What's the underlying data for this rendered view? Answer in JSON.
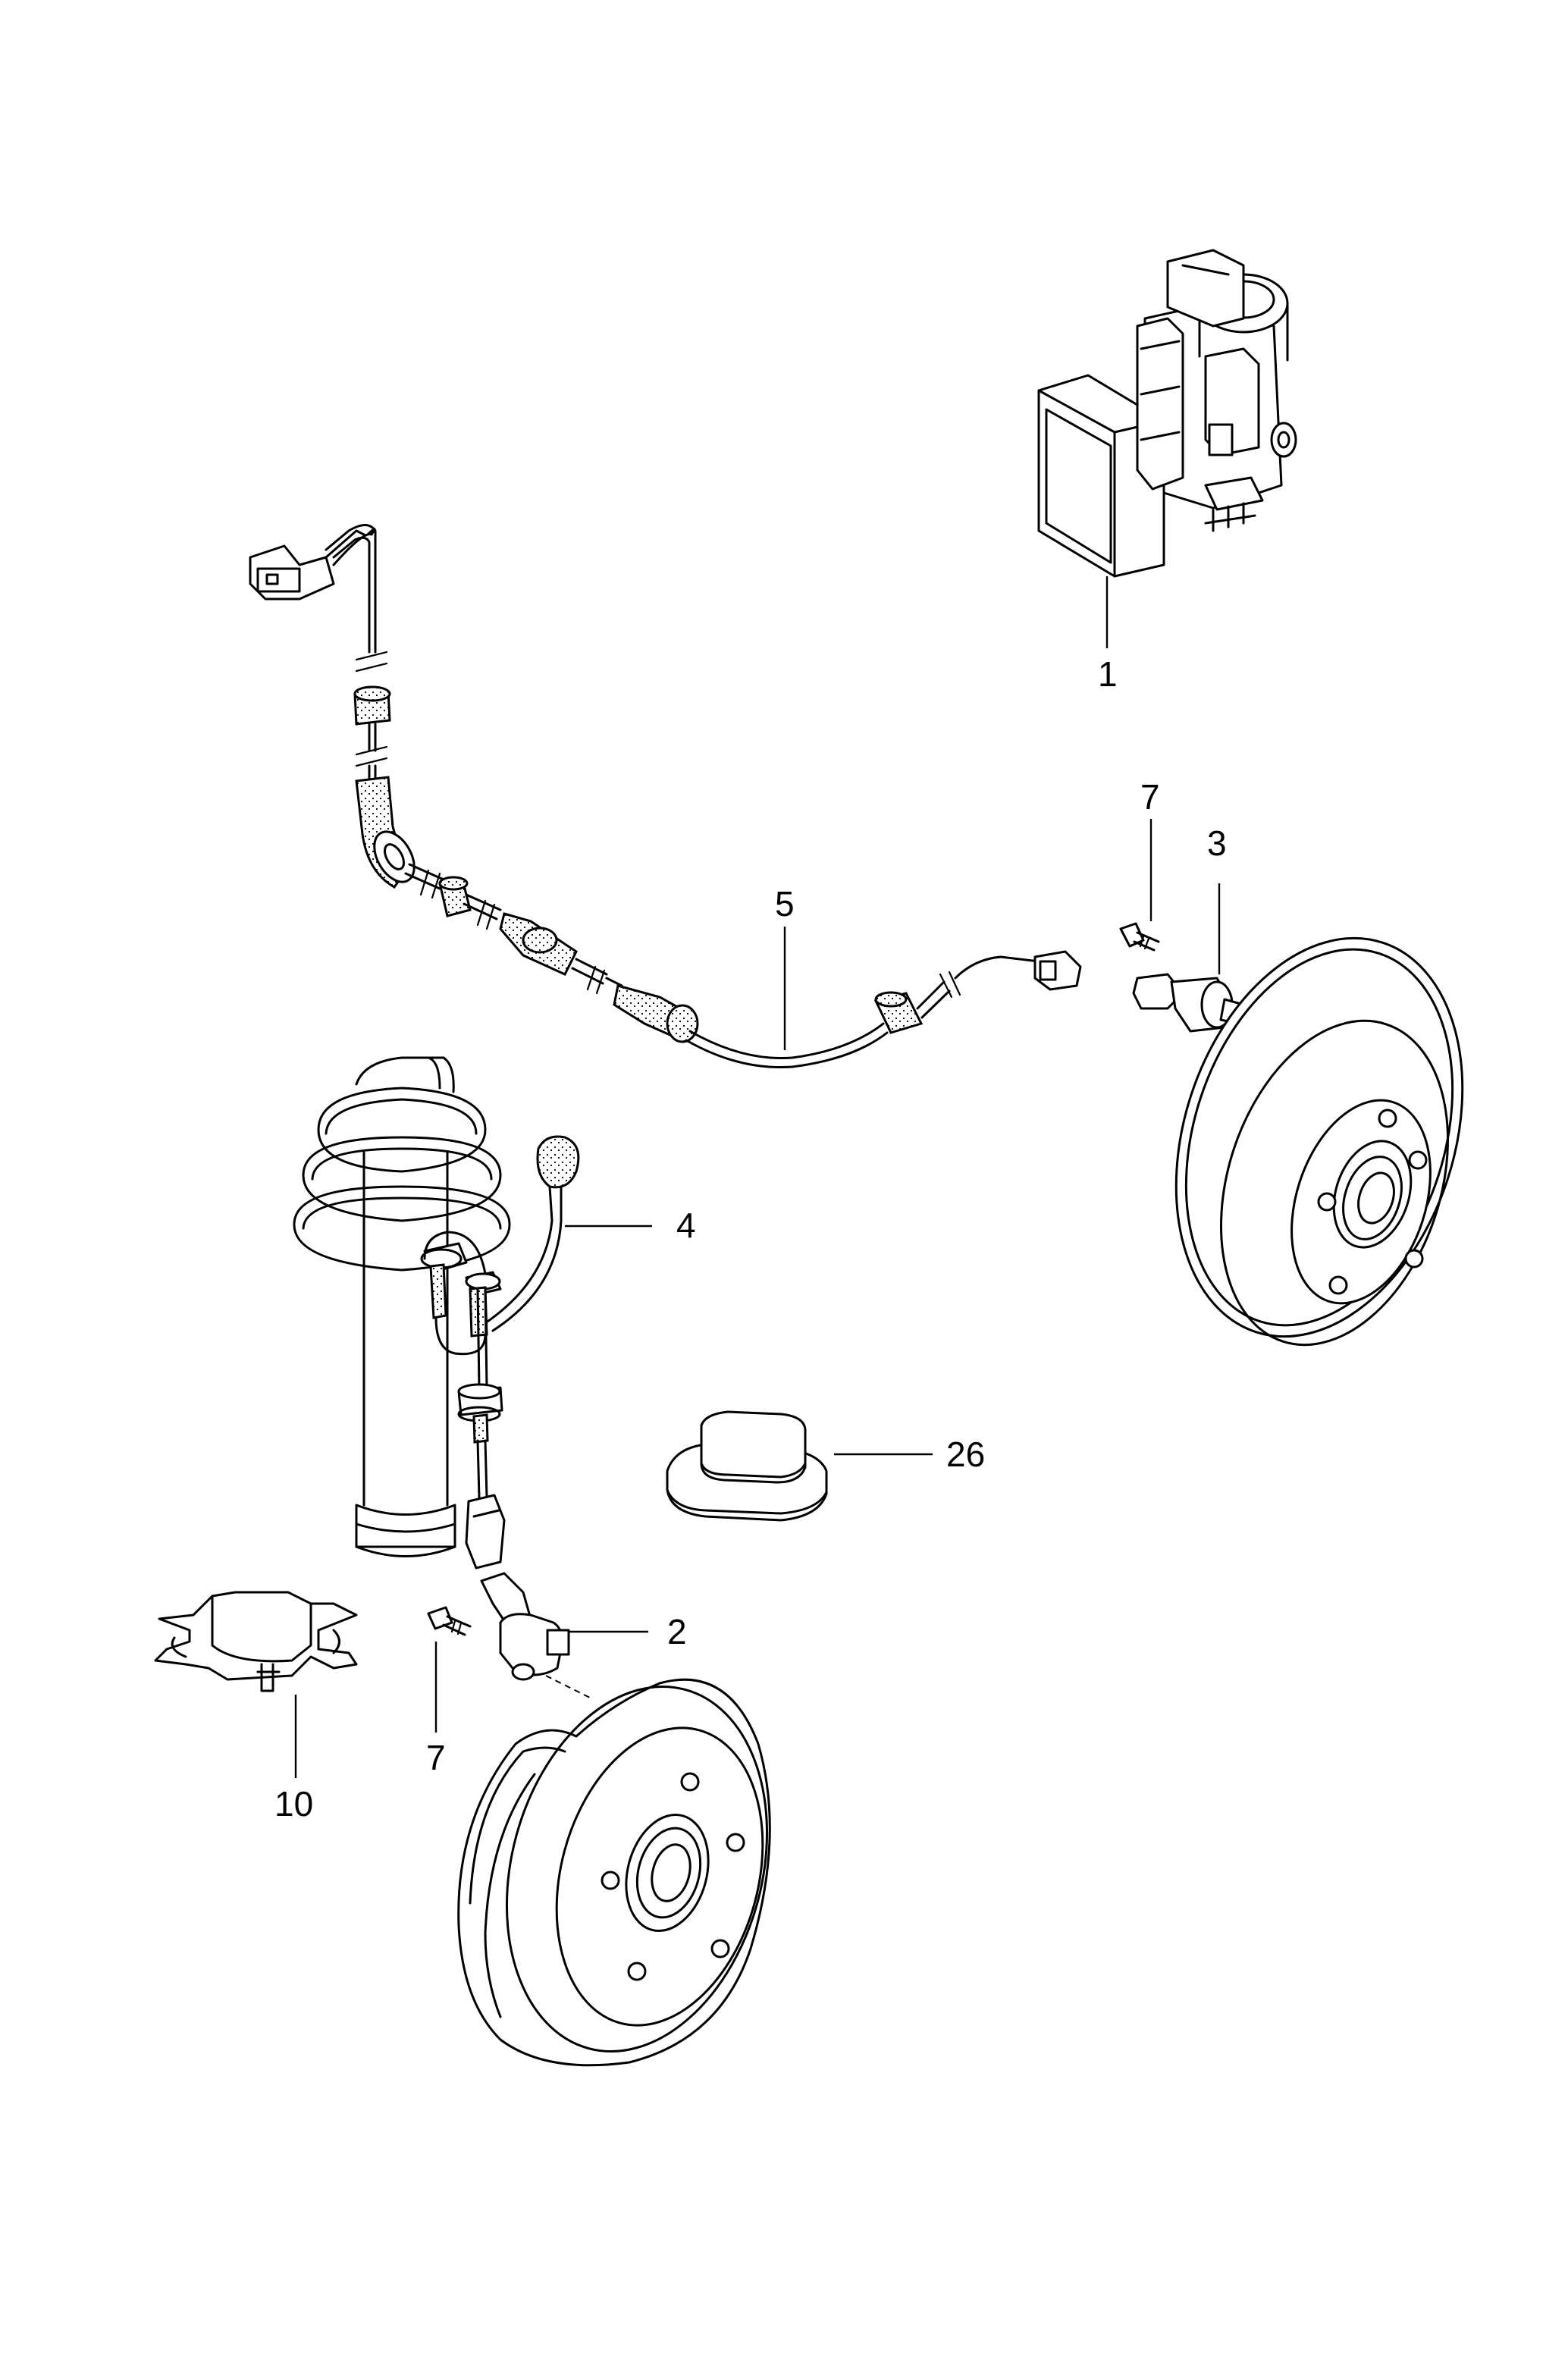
{
  "callouts": {
    "c1": "1",
    "c2": "2",
    "c3": "3",
    "c4": "4",
    "c5": "5",
    "c7a": "7",
    "c7b": "7",
    "c10": "10",
    "c26": "26"
  }
}
